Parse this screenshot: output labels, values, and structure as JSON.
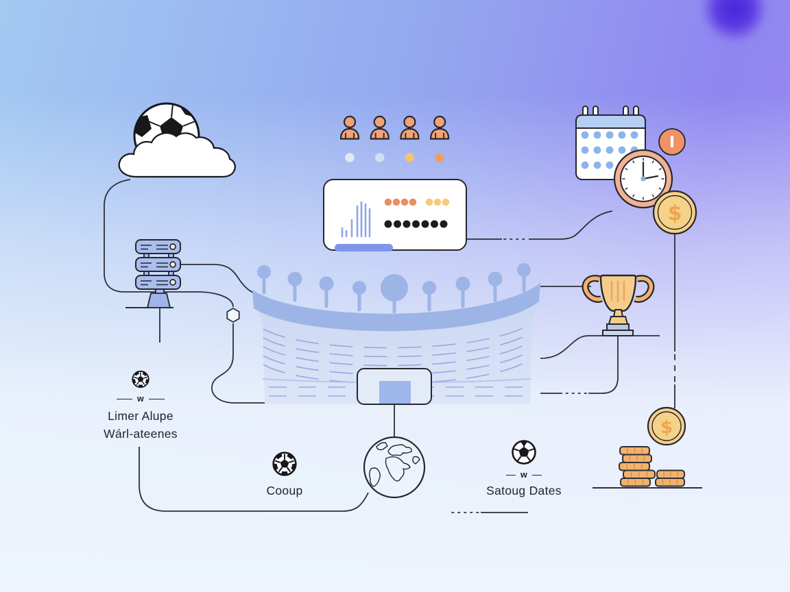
{
  "scene": {
    "description": "Football analytics flow illustration with stadium, data card, schedule and prize money icons"
  },
  "colors": {
    "background_top_left": "#a3c9f2",
    "background_top_right": "#9086f0",
    "background_bottom": "#edf4fc",
    "corner_blob": "#4526d8",
    "line": "#2e2e38",
    "server_blue": "#aabdee",
    "stadium_body": "#cfdbf4",
    "stadium_band": "#9db4e6",
    "card_pill": "#7d96e9",
    "bar_blue": "#8fa5ea",
    "dot_orange": "#e98f62",
    "dot_yellow": "#f5ca7e",
    "dot_black": "#1c1c22",
    "skin": "#f0a376",
    "calendar_header": "#b5cef2",
    "calendar_dot": "#8cb4ea",
    "clock_ring": "#f0b195",
    "badge_orange": "#ee9267",
    "coin_gold": "#f5d189",
    "coin_symbol": "#eca54f",
    "coin_stack": "#f2b26c",
    "trophy_gold": "#f6cc8b"
  },
  "labels": {
    "left": {
      "divider": "w",
      "line1": "Limer Alupe",
      "line2": "Wárl-ateenes"
    },
    "center": {
      "title": "Cooup"
    },
    "right": {
      "divider": "w",
      "title": "Satoug Dates"
    }
  },
  "analytics_card": {
    "bar_heights": [
      12,
      8,
      24,
      44,
      50,
      47,
      40
    ],
    "orange_dots": 4,
    "yellow_dots": 3,
    "black_dots": 7
  },
  "people_row": {
    "count": 4,
    "status_dot_colors": [
      "#dfe9f7",
      "#cfdef2",
      "#f2c46d",
      "#eb9f66"
    ]
  },
  "calendar": {
    "dot_columns": 5,
    "dot_rows": 3
  },
  "badge": {
    "text": "I"
  },
  "coins": {
    "symbol": "$"
  },
  "icon_names": [
    "soccer-ball-cloud-icon",
    "server-stack-icon",
    "hexagon-node-icon",
    "stadium-icon",
    "analytics-card-icon",
    "people-row-icon",
    "calendar-icon",
    "clock-icon",
    "alert-badge-icon",
    "dollar-coin-icon",
    "trophy-icon",
    "coin-stack-icon",
    "globe-icon",
    "soccer-ball-icon",
    "aperture-ball-icon"
  ]
}
